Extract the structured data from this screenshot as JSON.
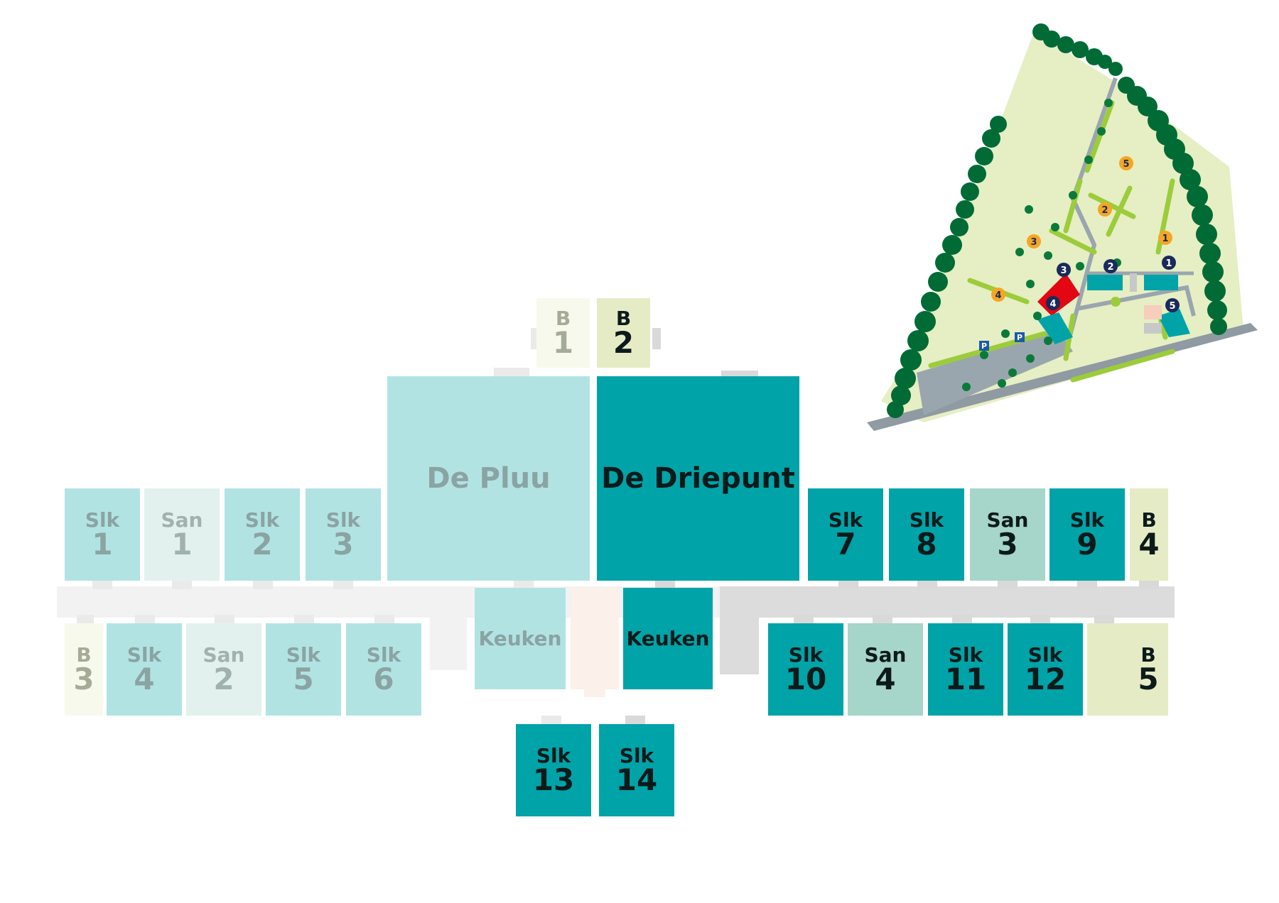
{
  "rooms": {
    "b1": {
      "t": "B",
      "n": "1"
    },
    "b2": {
      "t": "B",
      "n": "2"
    },
    "b3": {
      "t": "B",
      "n": "3"
    },
    "b4": {
      "t": "B",
      "n": "4"
    },
    "b5": {
      "t": "B",
      "n": "5"
    },
    "slk1": {
      "t": "Slk",
      "n": "1"
    },
    "san1": {
      "t": "San",
      "n": "1"
    },
    "slk2": {
      "t": "Slk",
      "n": "2"
    },
    "slk3": {
      "t": "Slk",
      "n": "3"
    },
    "slk4": {
      "t": "Slk",
      "n": "4"
    },
    "san2": {
      "t": "San",
      "n": "2"
    },
    "slk5": {
      "t": "Slk",
      "n": "5"
    },
    "slk6": {
      "t": "Slk",
      "n": "6"
    },
    "slk7": {
      "t": "Slk",
      "n": "7"
    },
    "slk8": {
      "t": "Slk",
      "n": "8"
    },
    "san3": {
      "t": "San",
      "n": "3"
    },
    "slk9": {
      "t": "Slk",
      "n": "9"
    },
    "slk10": {
      "t": "Slk",
      "n": "10"
    },
    "san4": {
      "t": "San",
      "n": "4"
    },
    "slk11": {
      "t": "Slk",
      "n": "11"
    },
    "slk12": {
      "t": "Slk",
      "n": "12"
    },
    "slk13": {
      "t": "Slk",
      "n": "13"
    },
    "slk14": {
      "t": "Slk",
      "n": "14"
    }
  },
  "halls": {
    "pluu": "De Pluu",
    "driepunt": "De Driepunt"
  },
  "kitchens": {
    "left": "Keuken",
    "right": "Keuken"
  },
  "site_map": {
    "field_numbers": [
      "1",
      "2",
      "3",
      "4",
      "5"
    ],
    "building_numbers": [
      "1",
      "2",
      "3",
      "4",
      "5"
    ],
    "parking_labels": [
      "P",
      "P"
    ],
    "colors": {
      "grass": "#e6eec4",
      "tree": "#006b35",
      "hedge": "#9ccc3a",
      "path": "#9aa6ae",
      "marker_orange": "#f5a623",
      "marker_navy": "#1a2a5a",
      "building_teal": "#00a3a8",
      "building_red": "#e30613"
    }
  }
}
